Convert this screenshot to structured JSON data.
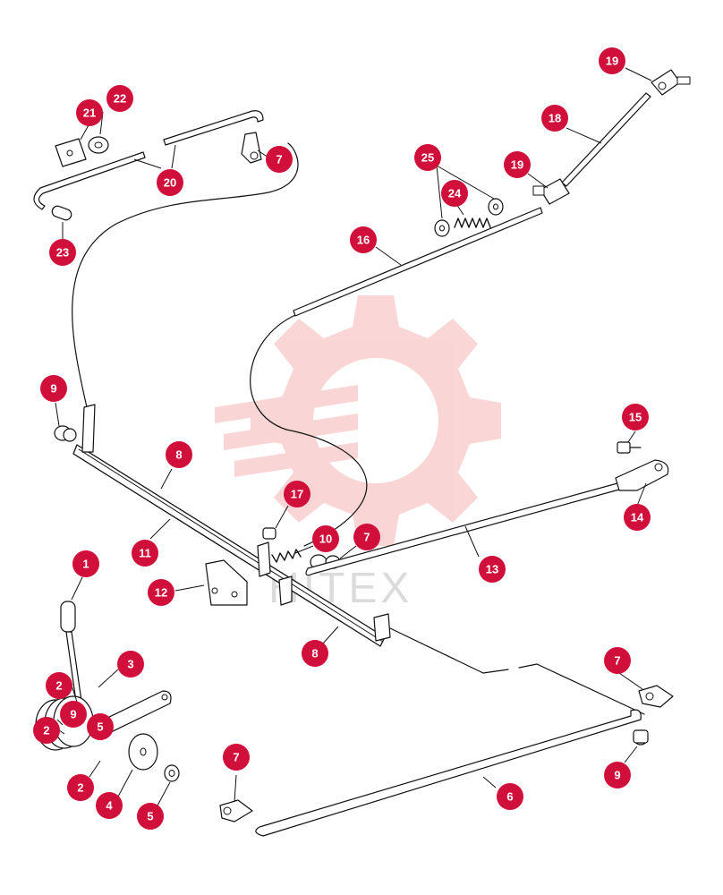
{
  "watermark": {
    "text": "HITEX",
    "color": "#e8a0a0"
  },
  "callout_color": "#d0103a",
  "callouts": [
    {
      "id": "c1",
      "label": "1"
    },
    {
      "id": "c2a",
      "label": "2"
    },
    {
      "id": "c2b",
      "label": "2"
    },
    {
      "id": "c2c",
      "label": "2"
    },
    {
      "id": "c3",
      "label": "3"
    },
    {
      "id": "c4",
      "label": "4"
    },
    {
      "id": "c5a",
      "label": "5"
    },
    {
      "id": "c5b",
      "label": "5"
    },
    {
      "id": "c6",
      "label": "6"
    },
    {
      "id": "c7a",
      "label": "7"
    },
    {
      "id": "c7b",
      "label": "7"
    },
    {
      "id": "c7c",
      "label": "7"
    },
    {
      "id": "c7d",
      "label": "7"
    },
    {
      "id": "c8a",
      "label": "8"
    },
    {
      "id": "c8b",
      "label": "8"
    },
    {
      "id": "c9a",
      "label": "9"
    },
    {
      "id": "c9b",
      "label": "9"
    },
    {
      "id": "c9c",
      "label": "9"
    },
    {
      "id": "c10",
      "label": "10"
    },
    {
      "id": "c11",
      "label": "11"
    },
    {
      "id": "c12",
      "label": "12"
    },
    {
      "id": "c13",
      "label": "13"
    },
    {
      "id": "c14",
      "label": "14"
    },
    {
      "id": "c15",
      "label": "15"
    },
    {
      "id": "c16",
      "label": "16"
    },
    {
      "id": "c17",
      "label": "17"
    },
    {
      "id": "c18",
      "label": "18"
    },
    {
      "id": "c19a",
      "label": "19"
    },
    {
      "id": "c19b",
      "label": "19"
    },
    {
      "id": "c20",
      "label": "20"
    },
    {
      "id": "c21",
      "label": "21"
    },
    {
      "id": "c22",
      "label": "22"
    },
    {
      "id": "c23",
      "label": "23"
    },
    {
      "id": "c24",
      "label": "24"
    },
    {
      "id": "c25",
      "label": "25"
    }
  ]
}
